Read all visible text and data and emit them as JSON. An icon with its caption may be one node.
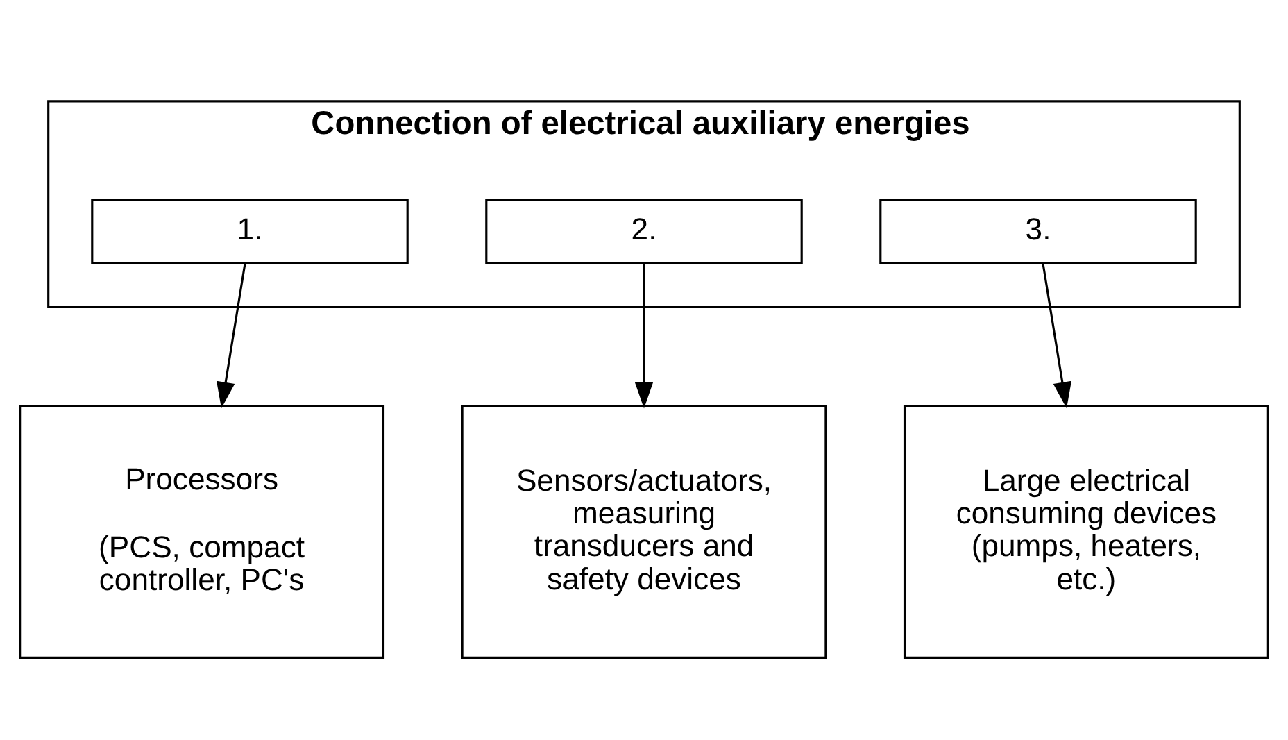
{
  "diagram": {
    "nodes": [
      {
        "text": [
          "Connection of electrical auxiliary energies"
        ]
      },
      {
        "text": [
          "1."
        ],
        "in": 0
      },
      {
        "text": [
          "2."
        ],
        "in": 0
      },
      {
        "text": [
          "3."
        ],
        "in": 0
      },
      {
        "text": [
          "Processors",
          "(PCS, compact controller, PC's"
        ]
      },
      {
        "text": [
          "Sensors/actuators, measuring transducers and safety devices"
        ]
      },
      {
        "text": [
          "Large electrical consuming devices (pumps, heaters, etc.)"
        ]
      }
    ],
    "edges": [
      {
        "from": 1,
        "to": 4,
        "arrow": "to"
      },
      {
        "from": 2,
        "to": 5,
        "arrow": "to"
      },
      {
        "from": 3,
        "to": 6,
        "arrow": "to"
      }
    ]
  }
}
